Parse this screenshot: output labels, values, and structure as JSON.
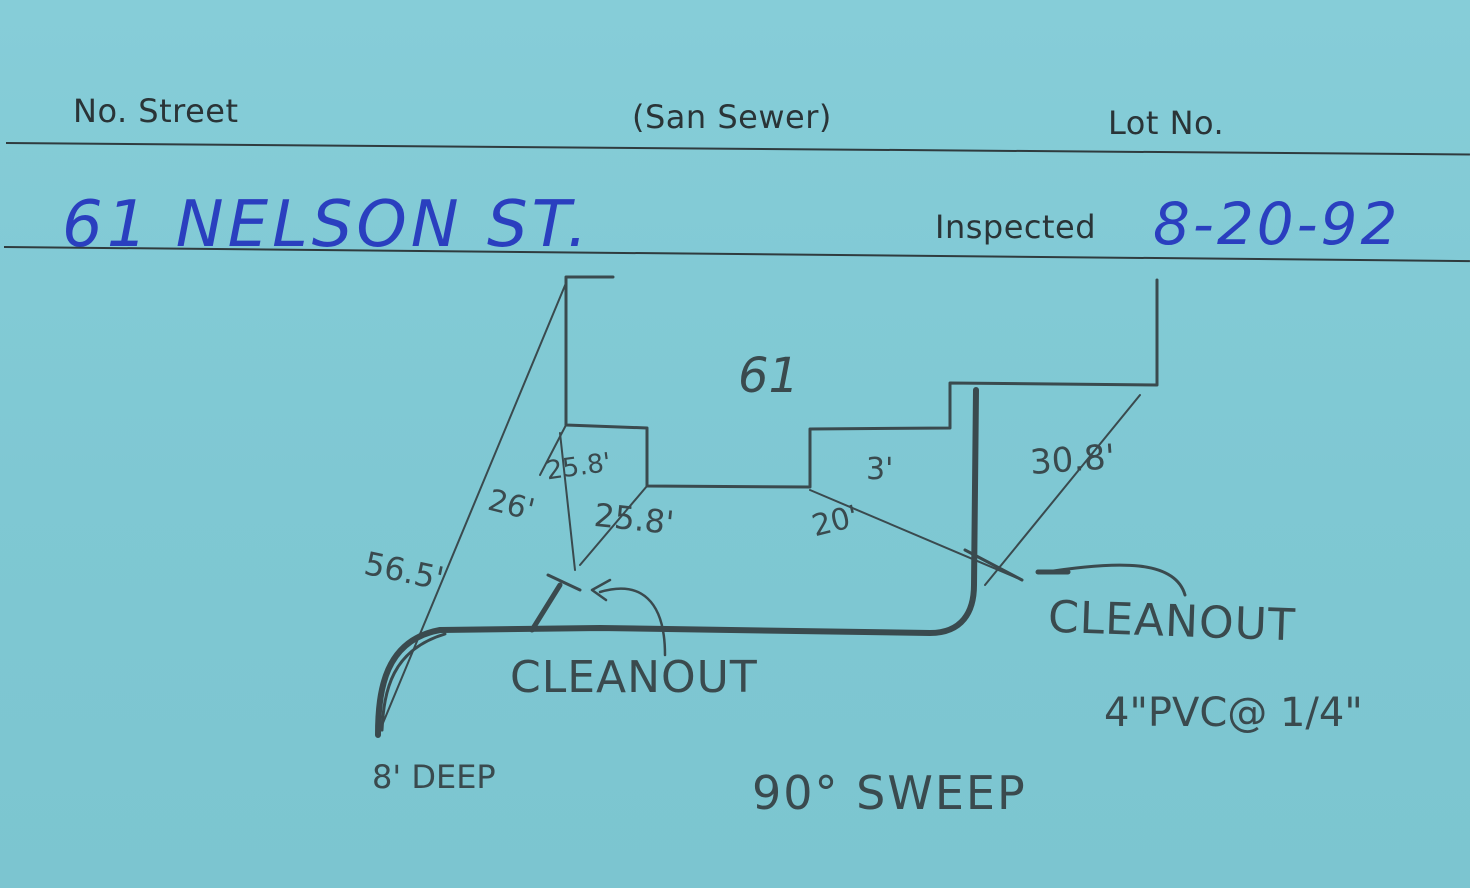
{
  "form": {
    "street_label": "No. Street",
    "type_label": "(San Sewer)",
    "lot_label": "Lot No.",
    "inspected_label": "Inspected"
  },
  "entry": {
    "address": "61 NELSON ST.",
    "inspected_date": "8-20-92"
  },
  "sketch": {
    "house_number": "61",
    "measurements": [
      "25.8'",
      "26'",
      "25.8'",
      "56.5'",
      "20'",
      "3'",
      "30.8'"
    ],
    "cleanout_left": "CLEANOUT",
    "cleanout_right": "CLEANOUT",
    "depth_note": "8' DEEP",
    "sweep_note": "90° SWEEP",
    "pipe_note": "4\"PVC@ 1/4\""
  },
  "colors": {
    "card": "#7fc9d3",
    "ink_blue": "#2a3fbf",
    "pencil": "#3a4a4e"
  }
}
